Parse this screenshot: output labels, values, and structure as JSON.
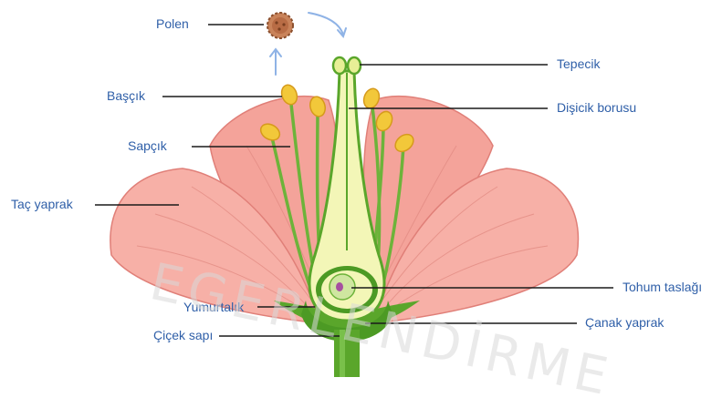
{
  "labels": {
    "polen": "Polen",
    "tepecik": "Tepecik",
    "bascik": "Başçık",
    "disicik_borusu": "Dişicik borusu",
    "sapcik": "Sapçık",
    "tac_yaprak": "Taç yaprak",
    "tohum_taslagi": "Tohum taslağı",
    "yumurtalik": "Yumurtalık",
    "canak_yaprak": "Çanak yaprak",
    "cicek_sapi": "Çiçek sapı"
  },
  "watermark": "EGERLENDİRME",
  "colors": {
    "label_text": "#2f5fa8",
    "leader_line": "#1a1a1a",
    "petal": "#f4a39a",
    "petal_dark": "#e07f78",
    "stem_green": "#5aa62b",
    "pistil_fill": "#f3f6b7",
    "anther_yellow": "#f2c83a",
    "pollen": "#c9835a",
    "arrow": "#8fb3e6"
  }
}
